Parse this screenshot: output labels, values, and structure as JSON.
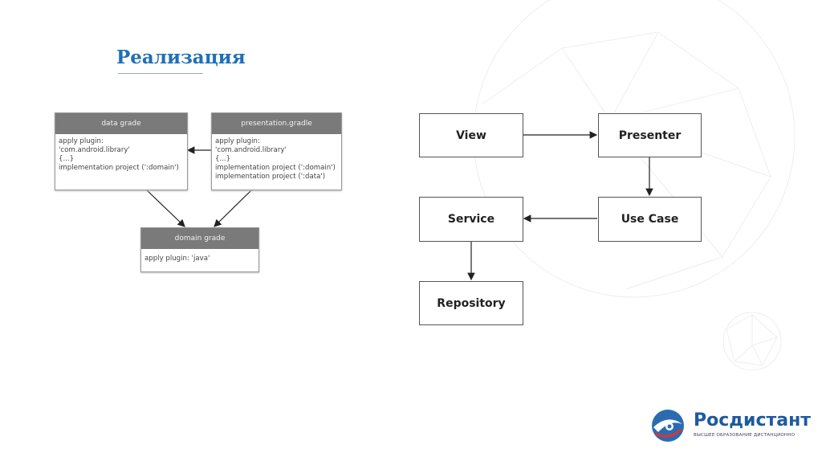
{
  "title": "Реализация",
  "gradle": {
    "data": {
      "header": "data grade",
      "lines": [
        "apply plugin:",
        "'com.android.library'",
        "{...}",
        "implementation project (':domain')"
      ]
    },
    "presentation": {
      "header": "presentation.gradle",
      "lines": [
        "apply plugin:",
        "'com.android.library'",
        "{...}",
        "implementation project (':domain')",
        "implementation project (':data')"
      ]
    },
    "domain": {
      "header": "domain grade",
      "lines": [
        "apply plugin: 'java'"
      ]
    }
  },
  "flow": {
    "view": "View",
    "presenter": "Presenter",
    "use_case": "Use Case",
    "service": "Service",
    "repository": "Repository"
  },
  "logo": {
    "name": "Росдистант",
    "tagline": "ВЫСШЕЕ ОБРАЗОВАНИЕ ДИСТАНЦИОННО"
  },
  "colors": {
    "title": "#1e6fb5",
    "header": "#7a7a7a"
  }
}
